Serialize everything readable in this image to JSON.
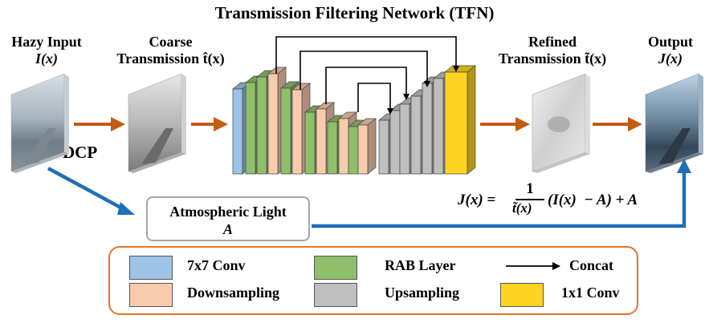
{
  "title": "Transmission Filtering Network  (TFN)",
  "labels": {
    "hazy_input_line1": "Hazy Input",
    "hazy_input_line2": "I(x)",
    "coarse_line1": "Coarse",
    "coarse_line2": "Transmission t̂(x)",
    "refined_line1": "Refined",
    "refined_line2": "Transmission t̃(x)",
    "output_line1": "Output",
    "output_line2": "J(x)",
    "dcp": "DCP"
  },
  "atmospheric_light": {
    "line1": "Atmospheric Light",
    "line2": "A"
  },
  "formula": {
    "lhs": "J(x) =",
    "numerator": "1",
    "denominator": "t̃(x)",
    "rhs": "(I(x)  − A) + A"
  },
  "legend": {
    "items": [
      {
        "color": "#9dc3e6",
        "label": "7x7 Conv"
      },
      {
        "color": "#8fbf6a",
        "label": "RAB Layer"
      },
      {
        "arrow": true,
        "label": "Concat"
      },
      {
        "color": "#f8cbad",
        "label": "Downsampling"
      },
      {
        "color": "#bfbfbf",
        "label": "Upsampling"
      },
      {
        "color": "#ffd322",
        "label": "1x1 Conv"
      }
    ]
  },
  "colors": {
    "conv7": "#9dc3e6",
    "rab": "#8fbf6a",
    "down": "#f8cbad",
    "up": "#bfbfbf",
    "conv1": "#ffd322",
    "orange_arrow": "#c55a11",
    "blue_arrow": "#1f6fb5",
    "legend_border": "#e0762b"
  }
}
